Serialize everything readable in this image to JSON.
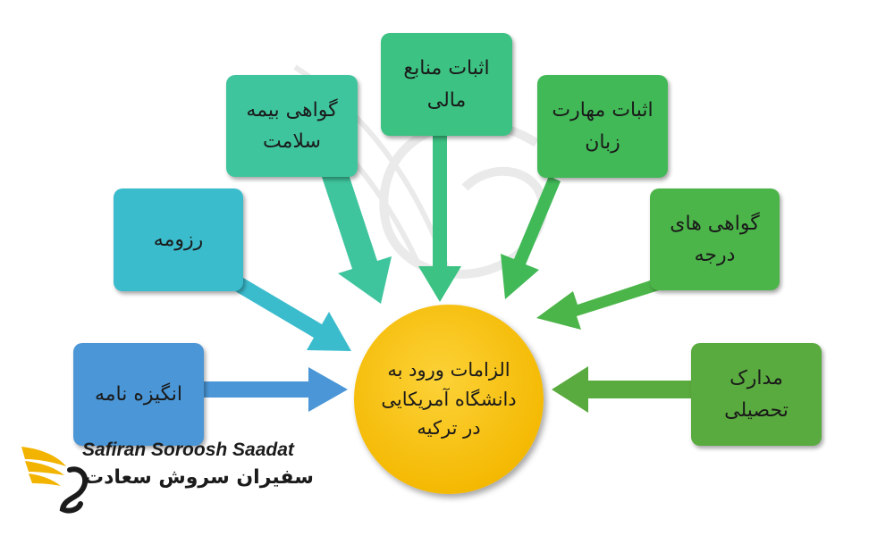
{
  "diagram": {
    "center": {
      "label": "الزامات ورود به دانشگاه آمریکایی در ترکیه",
      "color": "#f4b800"
    },
    "boxes": [
      {
        "id": "resume",
        "label": "رزومه",
        "color": "#3bbccd"
      },
      {
        "id": "health-insurance",
        "label": "گواهی بیمه سلامت",
        "color": "#3fc59d"
      },
      {
        "id": "financial-proof",
        "label": "اثبات منابع مالی",
        "color": "#3cc282"
      },
      {
        "id": "language-proof",
        "label": "اثبات مهارت زبان",
        "color": "#41b957"
      },
      {
        "id": "degree-certificates",
        "label": "گواهی های درجه",
        "color": "#4cb549"
      },
      {
        "id": "motivation-letter",
        "label": "انگیزه نامه",
        "color": "#4a96d6"
      },
      {
        "id": "academic-documents",
        "label": "مدارک تحصیلی",
        "color": "#5aab3f"
      }
    ]
  },
  "logo": {
    "name_en": "Safiran Soroosh Saadat",
    "name_fa": "سفیران سروش سعادت",
    "brand_color": "#f2b400"
  }
}
